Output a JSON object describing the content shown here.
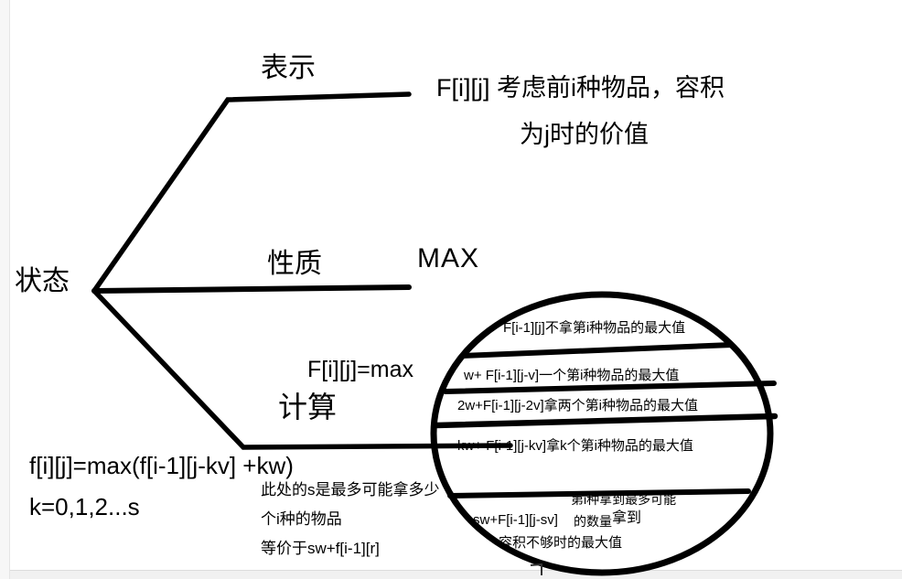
{
  "page": {
    "background": "#ffffff",
    "gutter_color": "#f7f7f7",
    "strip_color": "#f1f1f1",
    "ink_color": "#000000"
  },
  "mindmap": {
    "root_label": "状态",
    "branch_represent": {
      "label": "表示",
      "desc_line1": "F[i][j] 考虑前i种物品，容积",
      "desc_line2": "为j时的价值"
    },
    "branch_property": {
      "label": "性质",
      "value": "MAX"
    },
    "branch_compute": {
      "label": "计算",
      "formula": "F[i][j]=max"
    }
  },
  "circle": {
    "case1": "F[i-1][j]不拿第i种物品的最大值",
    "case2": "w+ F[i-1][j-v]一个第i种物品的最大值",
    "case3": "2w+F[i-1][j-2v]拿两个第i种物品的最大值",
    "case4": "kw+ F[i-1][j-kv]拿k个第i种物品的最大值",
    "case5_formula": "sw+F[i-1][j-sv]",
    "case5_note1": "第i种拿到最多可能",
    "case5_note2a": "的数量",
    "case5_note2b": "拿到",
    "case5_note3": "容积不够时的最大值"
  },
  "footer": {
    "formula": "f[i][j]=max(f[i-1][j-kv] +kw)",
    "k_range": "k=0,1,2...s",
    "note_line1": "此处的s是最多可能拿多少",
    "note_line2": "个i种的物品",
    "note_line3": "等价于sw+f[i-1][r]"
  }
}
